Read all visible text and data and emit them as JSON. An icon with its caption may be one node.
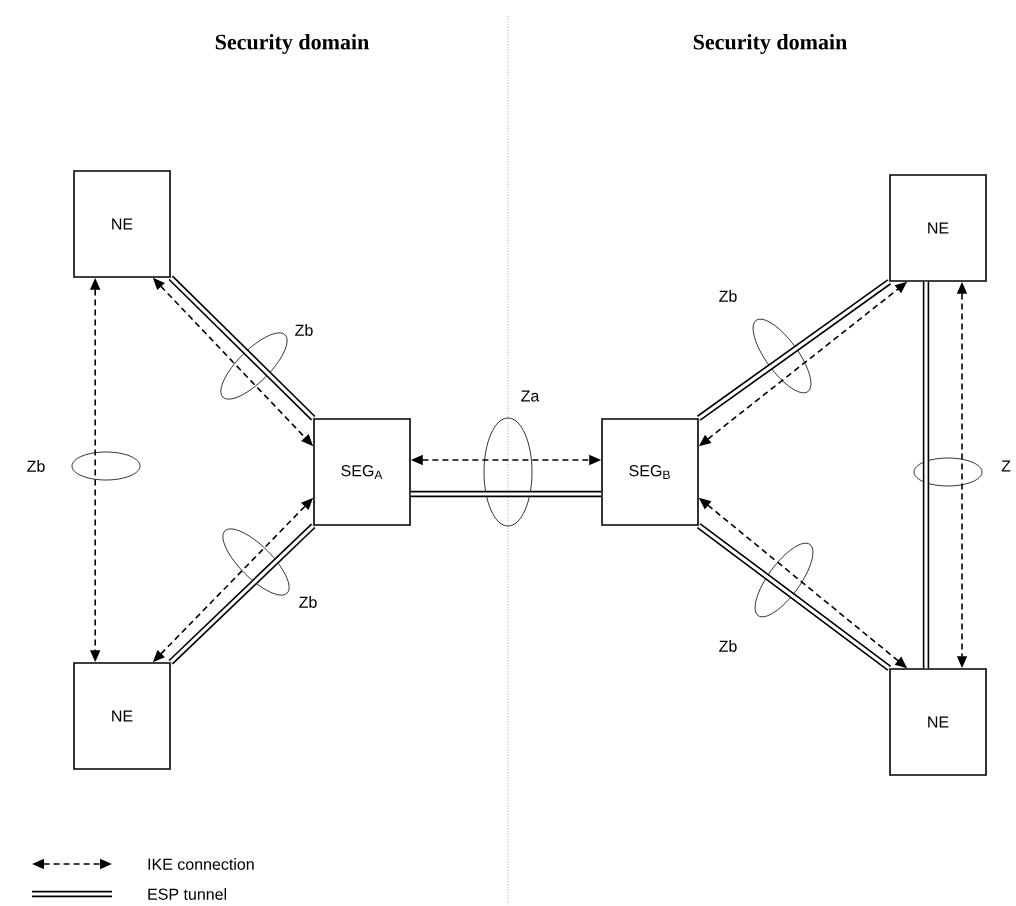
{
  "diagram": {
    "nodes": [
      {
        "text": [
          "NE"
        ]
      },
      {
        "text": [
          "NE"
        ]
      },
      {
        "text": [
          "SEG$_{A}$"
        ]
      },
      {
        "text": [
          "SEG$_{B}$"
        ]
      },
      {
        "text": [
          "NE"
        ]
      },
      {
        "text": [
          "NE"
        ]
      }
    ],
    "edges": [
      {
        "from": 0,
        "to": 2,
        "arrow": "none",
        "style": "thick"
      },
      {
        "from": 0,
        "to": 2,
        "arrow": "both",
        "style": "dashed"
      },
      {
        "from": 1,
        "to": 2,
        "arrow": "none",
        "style": "thick"
      },
      {
        "from": 1,
        "to": 2,
        "arrow": "both",
        "style": "dashed"
      },
      {
        "from": 0,
        "to": 1,
        "arrow": "both",
        "style": "dashed"
      },
      {
        "from": 2,
        "to": 3,
        "arrow": "none",
        "style": "thick"
      },
      {
        "from": 2,
        "to": 3,
        "arrow": "both",
        "style": "dashed"
      },
      {
        "from": 3,
        "to": 4,
        "arrow": "none",
        "style": "thick"
      },
      {
        "from": 3,
        "to": 4,
        "arrow": "both",
        "style": "dashed"
      },
      {
        "from": 3,
        "to": 5,
        "arrow": "none",
        "style": "thick"
      },
      {
        "from": 3,
        "to": 5,
        "arrow": "both",
        "style": "dashed"
      },
      {
        "from": 4,
        "to": 5,
        "arrow": "none",
        "style": "thick"
      },
      {
        "from": 4,
        "to": 5,
        "arrow": "both",
        "style": "dashed"
      }
    ],
    "labels": [
      "Security domain",
      "Security domain",
      "Zb",
      "Zb",
      "Za",
      "Zb",
      "Z",
      "Zb",
      "Zb"
    ],
    "legend": [
      {
        "text": "IKE connection"
      },
      {
        "text": "ESP tunnel"
      }
    ]
  }
}
